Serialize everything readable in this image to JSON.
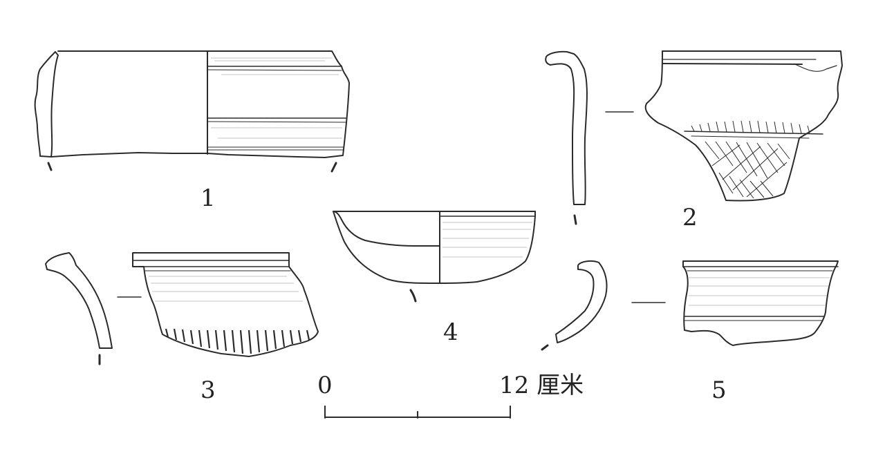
{
  "figure": {
    "labels": [
      "1",
      "2",
      "3",
      "4",
      "5"
    ],
    "scale_bar": {
      "start": "0",
      "end": "12",
      "unit": "厘米"
    }
  },
  "colors": {
    "ink": "#2a2a2a",
    "hatch": "#2a2a2a",
    "background": "#ffffff"
  }
}
